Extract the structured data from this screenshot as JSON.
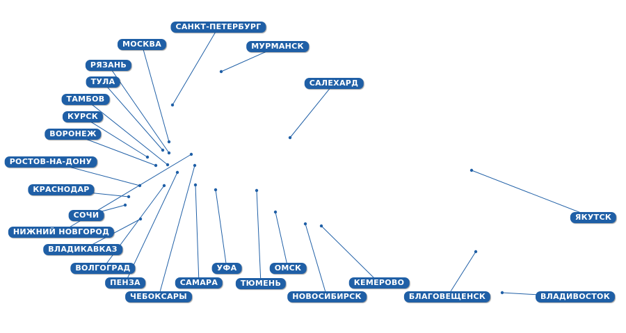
{
  "map": {
    "label_color": "#1f5fa6",
    "label_text_color": "#ffffff",
    "line_color": "#1f5fa6",
    "background": "#ffffff"
  },
  "cities": [
    {
      "id": "st-petersburg",
      "name": "САНКТ-ПЕТЕРБУРГ"
    },
    {
      "id": "moscow",
      "name": "МОСКВА"
    },
    {
      "id": "murmansk",
      "name": "МУРМАНСК"
    },
    {
      "id": "ryazan",
      "name": "РЯЗАНЬ"
    },
    {
      "id": "salekhard",
      "name": "САЛЕХАРД"
    },
    {
      "id": "tula",
      "name": "ТУЛА"
    },
    {
      "id": "tambov",
      "name": "ТАМБОВ"
    },
    {
      "id": "kursk",
      "name": "КУРСК"
    },
    {
      "id": "voronezh",
      "name": "ВОРОНЕЖ"
    },
    {
      "id": "rostov",
      "name": "РОСТОВ-НА-ДОНУ"
    },
    {
      "id": "krasnodar",
      "name": "КРАСНОДАР"
    },
    {
      "id": "sochi",
      "name": "СОЧИ"
    },
    {
      "id": "nizhny-novgorod",
      "name": "НИЖНИЙ НОВГОРОД"
    },
    {
      "id": "vladikavkaz",
      "name": "ВЛАДИКАВКАЗ"
    },
    {
      "id": "volgograd",
      "name": "ВОЛГОГРАД"
    },
    {
      "id": "penza",
      "name": "ПЕНЗА"
    },
    {
      "id": "cheboksary",
      "name": "ЧЕБОКСАРЫ"
    },
    {
      "id": "samara",
      "name": "САМАРА"
    },
    {
      "id": "ufa",
      "name": "УФА"
    },
    {
      "id": "tyumen",
      "name": "ТЮМЕНЬ"
    },
    {
      "id": "omsk",
      "name": "ОМСК"
    },
    {
      "id": "novosibirsk",
      "name": "НОВОСИБИРСК"
    },
    {
      "id": "kemerovo",
      "name": "КЕМЕРОВО"
    },
    {
      "id": "yakutsk",
      "name": "ЯКУТСК"
    },
    {
      "id": "blagoveshchensk",
      "name": "БЛАГОВЕЩЕНСК"
    },
    {
      "id": "vladivostok",
      "name": "ВЛАДИВОСТОК"
    }
  ]
}
